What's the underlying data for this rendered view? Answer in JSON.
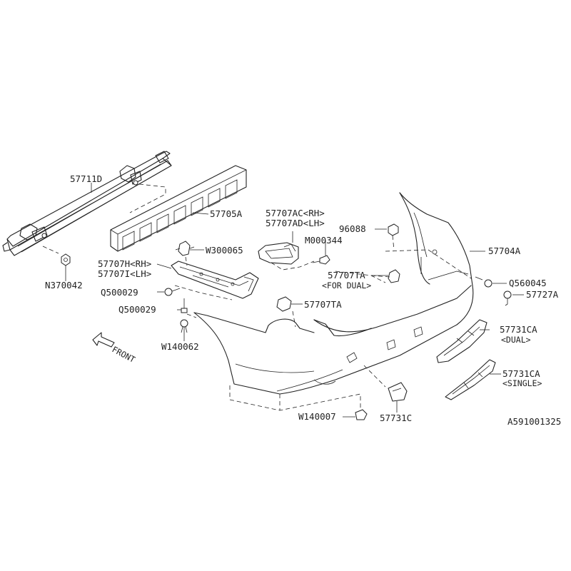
{
  "diagram_id": "A591001325",
  "labels": {
    "p57711D": "57711D",
    "p57705A": "57705A",
    "p57707AC": "57707AC<RH>",
    "p57707AD": "57707AD<LH>",
    "p96088": "96088",
    "pM000344": "M000344",
    "p57704A": "57704A",
    "pW300065": "W300065",
    "p57707H": "57707H<RH>",
    "p57707I": "57707I<LH>",
    "p57707TA_dual": "57707TA",
    "p57707TA_dual_note": "<FOR DUAL>",
    "pQ560045": "Q560045",
    "p57727A": "57727A",
    "pN370042": "N370042",
    "pQ500029a": "Q500029",
    "pQ500029b": "Q500029",
    "p57707TA": "57707TA",
    "p57731CA_dual": "57731CA",
    "p57731CA_dual_note": "<DUAL>",
    "pW140062": "W140062",
    "front": "FRONT",
    "p57731CA_single": "57731CA",
    "p57731CA_single_note": "<SINGLE>",
    "pW140007": "W140007",
    "p57731C": "57731C"
  }
}
